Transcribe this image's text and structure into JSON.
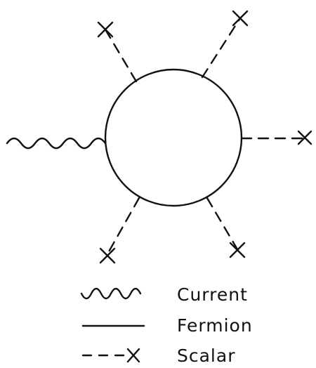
{
  "legend": {
    "current_label": "Current",
    "fermion_label": "Fermion",
    "scalar_label": "Scalar"
  },
  "diagram": {
    "loop": "fermion-loop",
    "external_lines": [
      {
        "kind": "current",
        "count": 1
      },
      {
        "kind": "scalar",
        "count": 5
      }
    ]
  },
  "colors": {
    "ink": "#111111",
    "background": "#ffffff"
  }
}
